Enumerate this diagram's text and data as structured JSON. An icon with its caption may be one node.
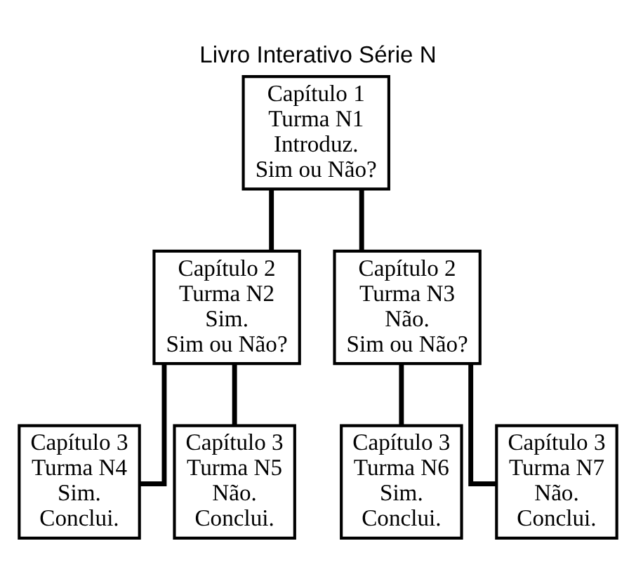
{
  "diagram": {
    "title": "Livro Interativo Série N",
    "nodes": [
      {
        "text": [
          "Capítulo 1",
          "Turma N1",
          "Introduz.",
          "Sim ou Não?"
        ]
      },
      {
        "text": [
          "Capítulo 2",
          "Turma N2",
          "Sim.",
          "Sim ou Não?"
        ]
      },
      {
        "text": [
          "Capítulo 2",
          "Turma N3",
          "Não.",
          "Sim ou Não?"
        ]
      },
      {
        "text": [
          "Capítulo 3",
          "Turma N4",
          "Sim.",
          "Conclui."
        ]
      },
      {
        "text": [
          "Capítulo 3",
          "Turma N5",
          "Não.",
          "Conclui."
        ]
      },
      {
        "text": [
          "Capítulo 3",
          "Turma N6",
          "Sim.",
          "Conclui."
        ]
      },
      {
        "text": [
          "Capítulo 3",
          "Turma N7",
          "Não.",
          "Conclui."
        ]
      }
    ],
    "edges": [
      {
        "from": 0,
        "to": 1,
        "arrow": "none"
      },
      {
        "from": 0,
        "to": 2,
        "arrow": "none"
      },
      {
        "from": 1,
        "to": 3,
        "arrow": "none"
      },
      {
        "from": 1,
        "to": 4,
        "arrow": "none"
      },
      {
        "from": 2,
        "to": 5,
        "arrow": "none"
      },
      {
        "from": 2,
        "to": 6,
        "arrow": "none"
      }
    ]
  }
}
